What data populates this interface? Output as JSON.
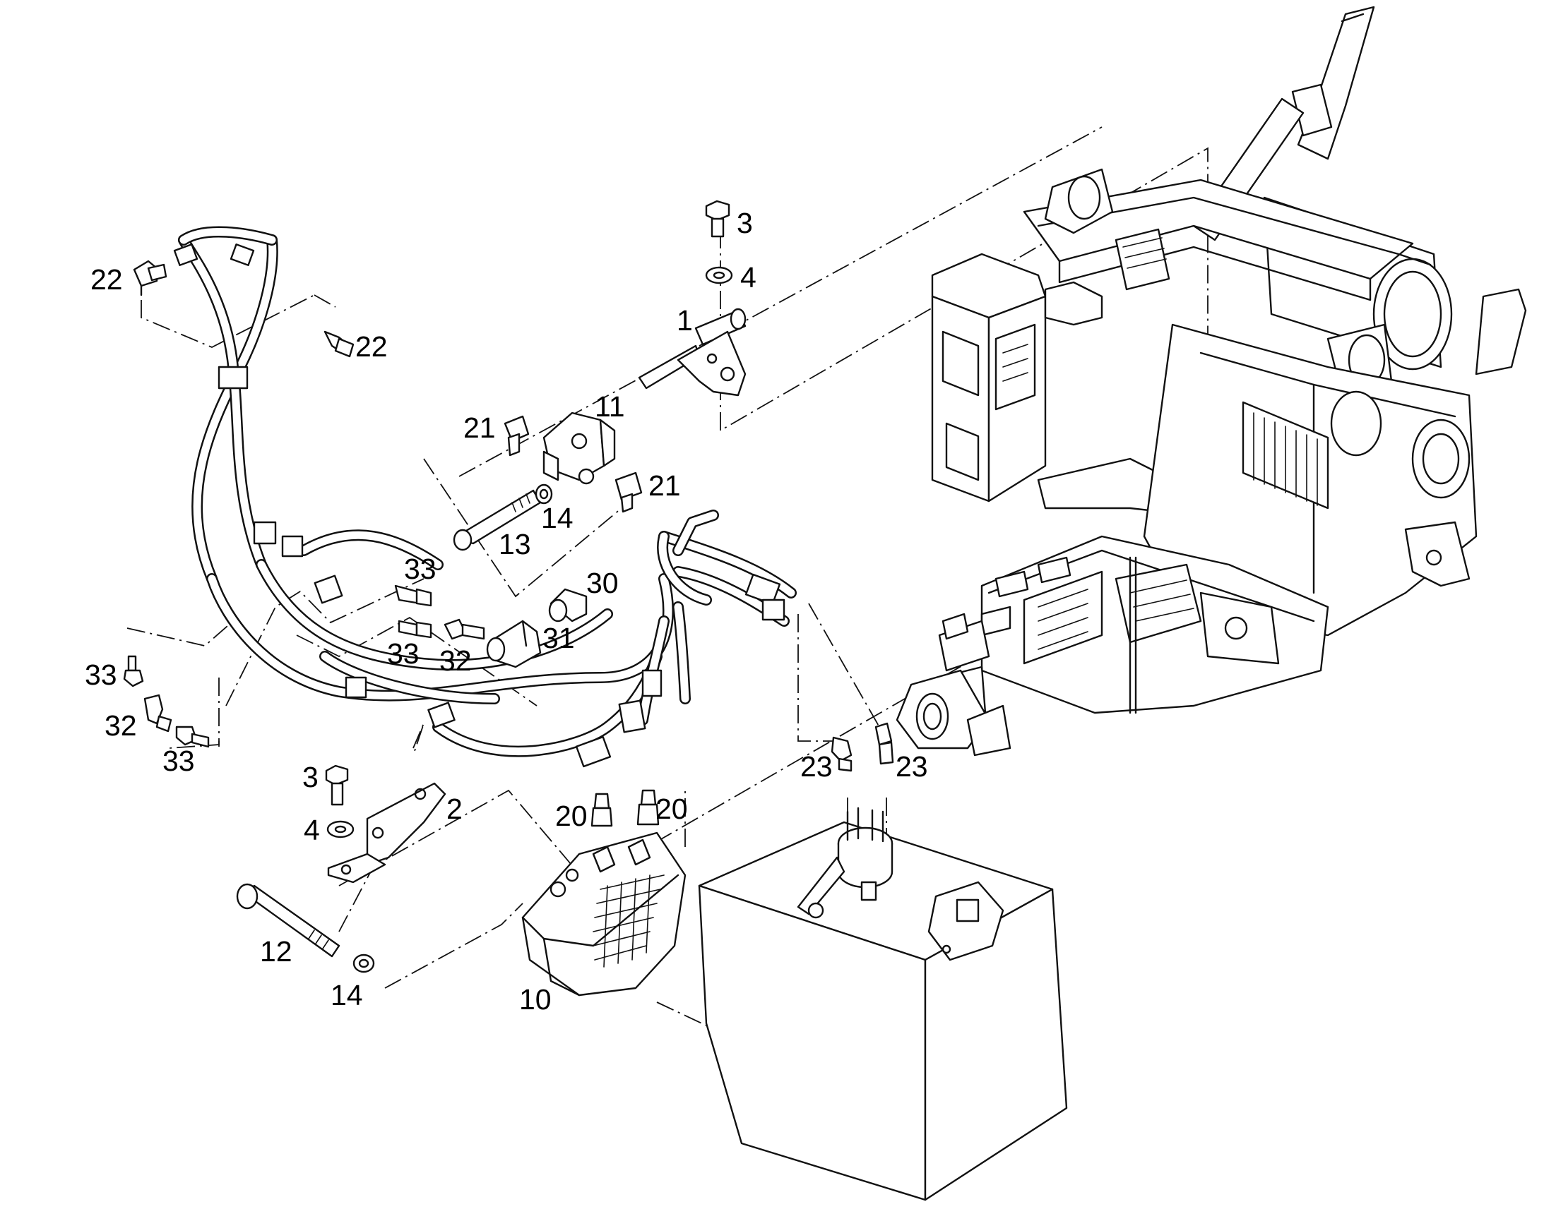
{
  "diagram": {
    "callouts": {
      "c1": "1",
      "c2": "2",
      "c3a": "3",
      "c3b": "3",
      "c4a": "4",
      "c4b": "4",
      "c10": "10",
      "c11": "11",
      "c12": "12",
      "c13": "13",
      "c14a": "14",
      "c14b": "14",
      "c20a": "20",
      "c20b": "20",
      "c21a": "21",
      "c21b": "21",
      "c22a": "22",
      "c22b": "22",
      "c23a": "23",
      "c23b": "23",
      "c30": "30",
      "c31": "31",
      "c32a": "32",
      "c32b": "32",
      "c33a": "33",
      "c33b": "33",
      "c33c": "33",
      "c33d": "33"
    }
  }
}
